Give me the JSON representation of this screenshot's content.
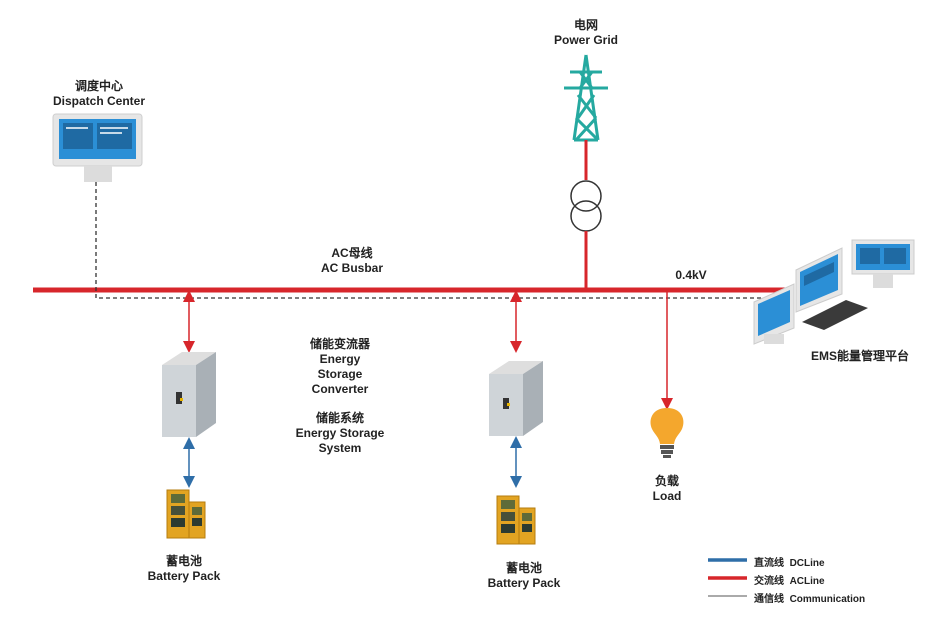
{
  "labels": {
    "dispatch_cn": "调度中心",
    "dispatch_en": "Dispatch Center",
    "grid_cn": "电网",
    "grid_en": "Power Grid",
    "busbar_cn": "AC母线",
    "busbar_en": "AC Busbar",
    "voltage": "0.4kV",
    "ems": "EMS能量管理平台",
    "pcs_cn": "储能变流器",
    "pcs_en1": "Energy",
    "pcs_en2": "Storage",
    "pcs_en3": "Converter",
    "ess_cn": "储能系统",
    "ess_en1": "Energy Storage",
    "ess_en2": "System",
    "load_cn": "负载",
    "load_en": "Load",
    "battery_cn": "蓄电池",
    "battery_en": "Battery Pack"
  },
  "legend": [
    {
      "cn": "直流线",
      "en": "DCLine",
      "color": "#2f6ea8",
      "style": "solid"
    },
    {
      "cn": "交流线",
      "en": "ACLine",
      "color": "#d7262b",
      "style": "solid"
    },
    {
      "cn": "通信线",
      "en": "Communication",
      "color": "#555555",
      "style": "thin"
    }
  ],
  "colors": {
    "ac_line": "#d7262b",
    "dc_line": "#2f6ea8",
    "comm_line": "#333333",
    "tower": "#25a9a0",
    "screen": "#2b8fd6"
  }
}
